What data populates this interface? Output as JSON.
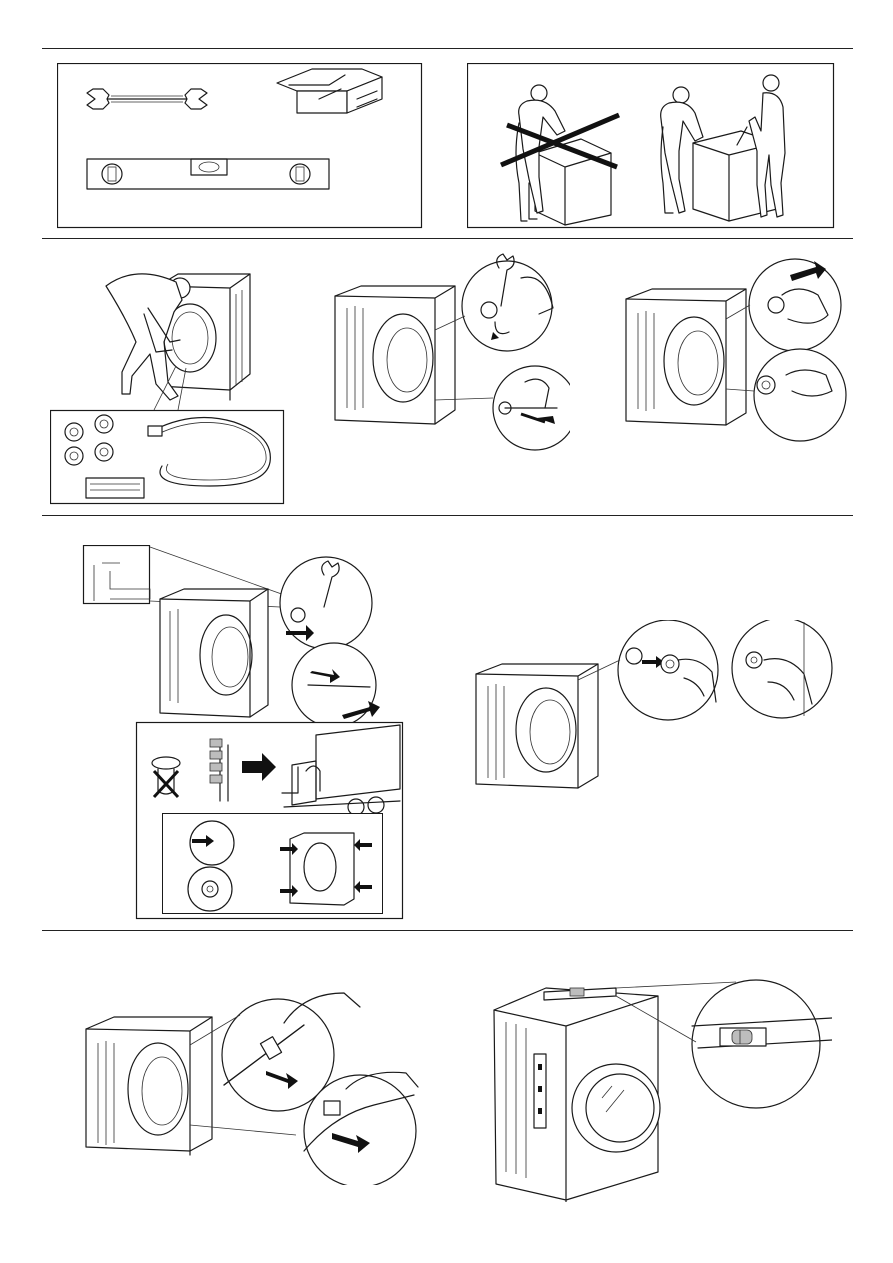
{
  "page": {
    "title": "",
    "sections": [
      {
        "id": "tools-and-lifting",
        "figures": [
          "tools-panel",
          "lifting-panel"
        ]
      },
      {
        "id": "unpacking-and-transit-bolts",
        "figures": [
          "unpack-figure",
          "remove-bolts-figure",
          "remove-spacers-figure"
        ]
      },
      {
        "id": "keep-bolts-and-caps",
        "figures": [
          "transport-info-figure",
          "caps-figure"
        ]
      },
      {
        "id": "hose-and-leveling",
        "figures": [
          "hose-release-figure",
          "leveling-figure"
        ]
      }
    ],
    "colors": {
      "ink": "#1a1a1a",
      "paper": "#ffffff",
      "shade": "#bdbdbd"
    },
    "icons": [
      "spanner-icon",
      "toolbox-icon",
      "spirit-level-icon",
      "crossed-out-lifting-icon",
      "two-person-lift-icon",
      "arrow-icon",
      "truck-icon"
    ]
  }
}
